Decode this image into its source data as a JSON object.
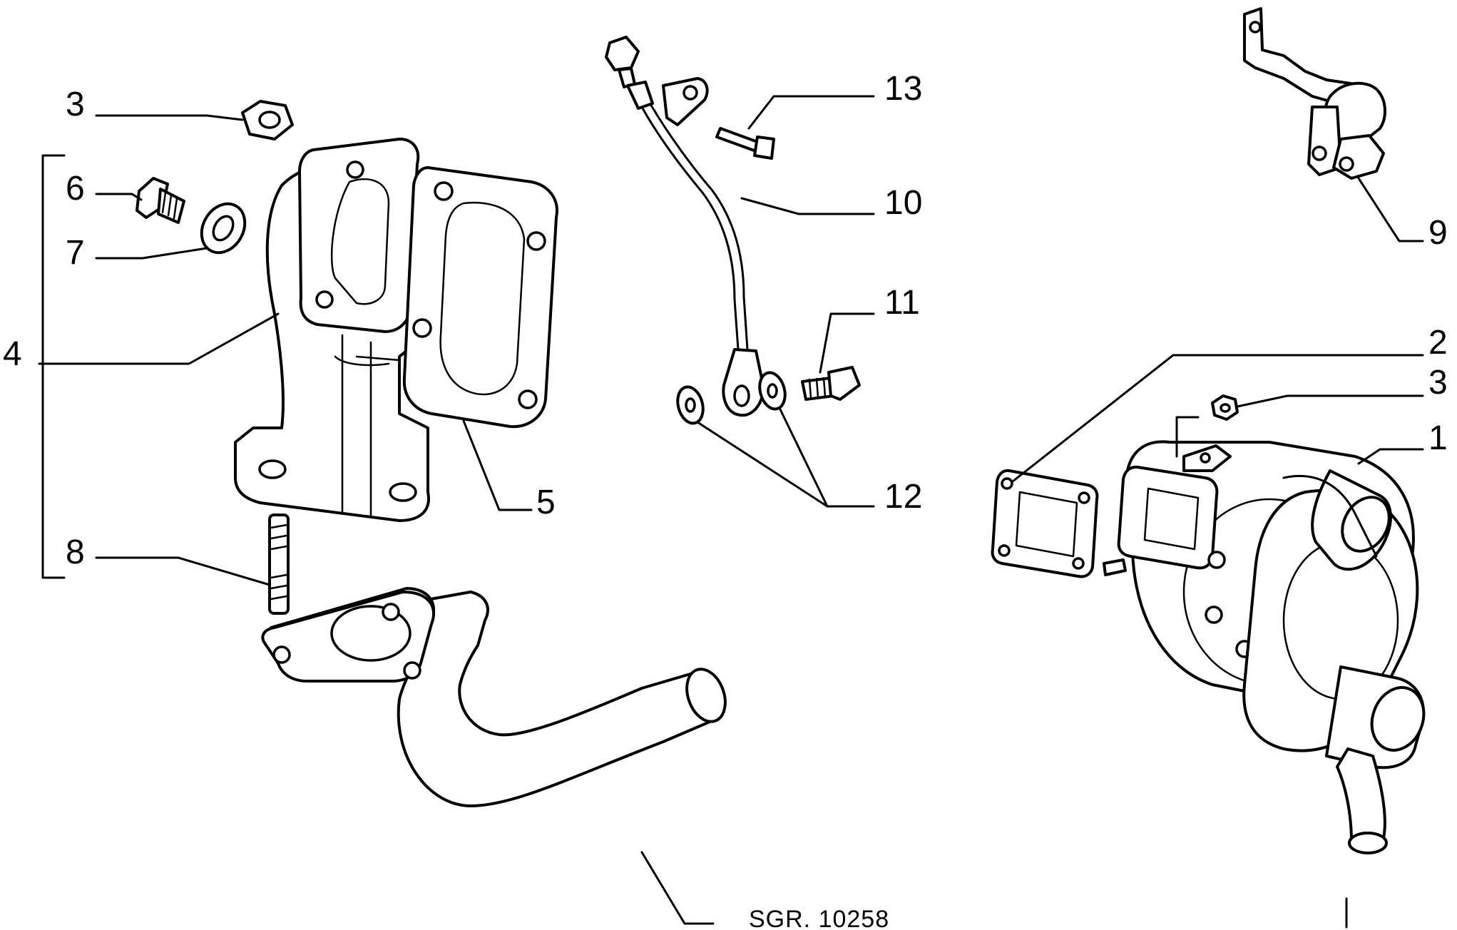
{
  "diagram": {
    "callouts": [
      {
        "id": "1",
        "text": "1"
      },
      {
        "id": "2",
        "text": "2"
      },
      {
        "id": "3a",
        "text": "3"
      },
      {
        "id": "3b",
        "text": "3"
      },
      {
        "id": "4",
        "text": "4"
      },
      {
        "id": "5",
        "text": "5"
      },
      {
        "id": "6",
        "text": "6"
      },
      {
        "id": "7",
        "text": "7"
      },
      {
        "id": "8",
        "text": "8"
      },
      {
        "id": "9",
        "text": "9"
      },
      {
        "id": "10",
        "text": "10"
      },
      {
        "id": "11",
        "text": "11"
      },
      {
        "id": "12",
        "text": "12"
      },
      {
        "id": "13",
        "text": "13"
      }
    ],
    "drawing_code": "SGR. 10258"
  }
}
